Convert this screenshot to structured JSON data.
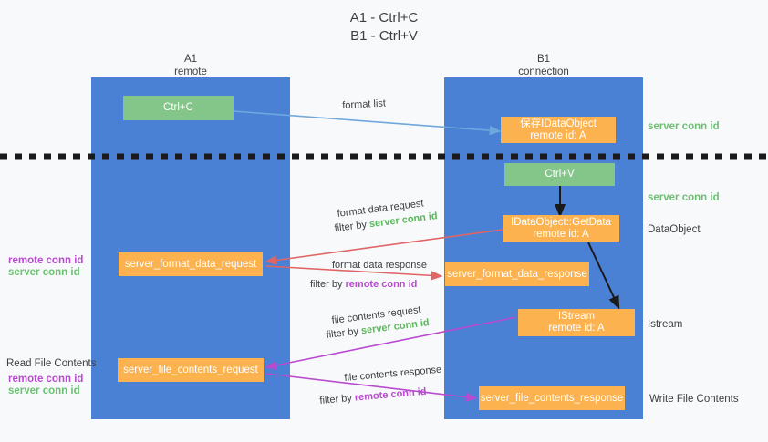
{
  "title": {
    "line1": "A1 - Ctrl+C",
    "line2": "B1 - Ctrl+V"
  },
  "lanes": [
    {
      "name": "A1",
      "sub": "remote"
    },
    {
      "name": "B1",
      "sub": "connection"
    }
  ],
  "boxes": {
    "ctrl_c": "Ctrl+C",
    "save_idataobject_l1": "保存IDataObject",
    "save_idataobject_l2": "remote id: A",
    "ctrl_v": "Ctrl+V",
    "getdata_l1": "IDataObject::GetData",
    "getdata_l2": "remote id: A",
    "server_format_data_request": "server_format_data_request",
    "server_format_data_response": "server_format_data_response",
    "istream_l1": "IStream",
    "istream_l2": "remote id: A",
    "server_file_contents_request": "server_file_contents_request",
    "server_file_contents_response": "server_file_contents_response"
  },
  "edge_labels": {
    "format_list": "format list",
    "format_data_request": "format data request",
    "format_data_request_filter_pre": "filter by ",
    "format_data_request_filter_key": "server conn id",
    "format_data_response": "format data response",
    "format_data_response_filter_pre": "filter by ",
    "format_data_response_filter_key": "remote conn id",
    "file_contents_request": "file contents request",
    "file_contents_request_filter_pre": "filter by ",
    "file_contents_request_filter_key": "server conn id",
    "file_contents_response": "file contents response",
    "file_contents_response_filter_pre": "filter by ",
    "file_contents_response_filter_key": "remote conn id"
  },
  "right_labels": {
    "server_conn_id_top": "server conn id",
    "server_conn_id_mid": "server conn id",
    "dataobject": "DataObject",
    "istream": "Istream",
    "write_file_contents": "Write File Contents"
  },
  "left_labels": {
    "remote_conn_id_1": "remote conn id",
    "server_conn_id_1": "server conn id",
    "read_file_contents": "Read File Contents",
    "remote_conn_id_2": "remote conn id",
    "server_conn_id_2": "server conn id"
  },
  "colors": {
    "lane": "#4a81d4",
    "green_box": "#84c68a",
    "orange_box": "#fcb24f",
    "green_text": "#5cb85c",
    "purple_text": "#b84bd0",
    "blue_arrow": "#6fa8dc",
    "red_arrow": "#e06666",
    "magenta_arrow": "#b84bd0",
    "black_arrow": "#1a1a1a",
    "background": "#f8f9fa"
  }
}
